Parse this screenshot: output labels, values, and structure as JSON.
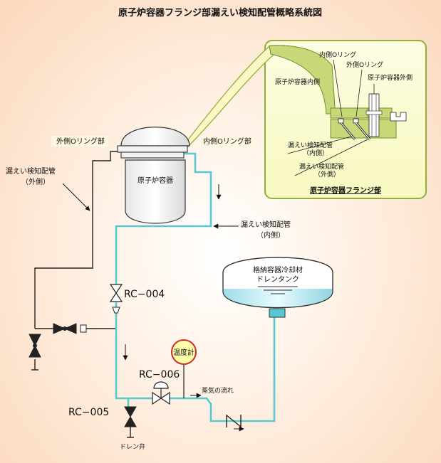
{
  "title": "原子炉容器フランジ部漏えい検知配管概略系統図",
  "labels": {
    "outer_oring_section": "外側Oリング部",
    "inner_oring_section": "内側Oリング部",
    "leak_pipe_outer_1": "漏えい検知配管",
    "leak_pipe_outer_2": "（外側）",
    "leak_pipe_inner_1": "漏えい検知配管",
    "leak_pipe_inner_2": "（内側）",
    "reactor_vessel": "原子炉容器",
    "valve_rc004": "RC−004",
    "valve_rc005": "RC−005",
    "valve_rc006": "RC−006",
    "thermometer": "温度計",
    "steam_flow": "蒸気の流れ",
    "drain_valve": "ドレン弁",
    "tank_1": "格納容器冷却材",
    "tank_2": "ドレンタンク"
  },
  "inset": {
    "title": "原子炉容器フランジ部",
    "vessel_inside": "原子炉容器内側",
    "vessel_outside": "原子炉容器外側",
    "inner_oring": "内側Oリング",
    "outer_oring": "外側Oリング",
    "pipe_inner_1": "漏えい検知配管",
    "pipe_inner_2": "（内側）",
    "pipe_outer_1": "漏えい検知配管",
    "pipe_outer_2": "（外側）"
  },
  "colors": {
    "inset_bg": "#ffffcc",
    "inset_border": "#8fb03c",
    "pipe_inner": "#59c8d2",
    "pipe_outer": "#222222",
    "tank_liquid": "#aee6ee"
  }
}
